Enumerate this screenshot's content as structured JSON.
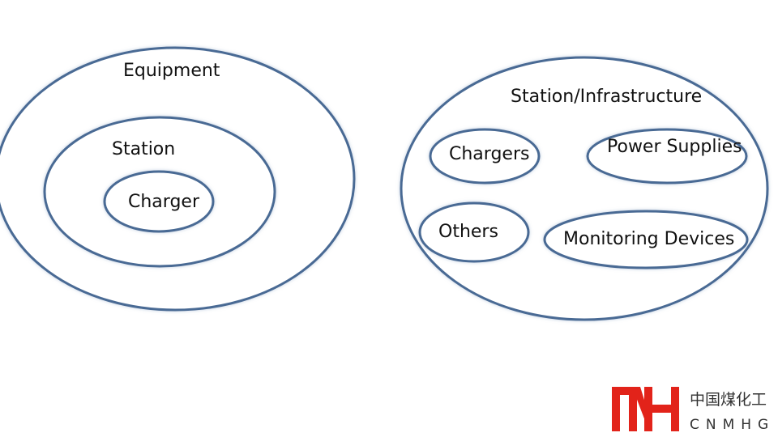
{
  "left_diagram": {
    "outer_label": "Equipment",
    "middle_label": "Station",
    "inner_label": "Charger"
  },
  "right_diagram": {
    "outer_label": "Station/Infrastructure",
    "items": [
      {
        "label": "Chargers"
      },
      {
        "label": "Power Supplies"
      },
      {
        "label": "Others"
      },
      {
        "label": "Monitoring Devices"
      }
    ]
  },
  "logo": {
    "mark_text": "MH",
    "chinese": "中国煤化工",
    "english": "CNMHG",
    "brand_color": "#e2231a"
  }
}
